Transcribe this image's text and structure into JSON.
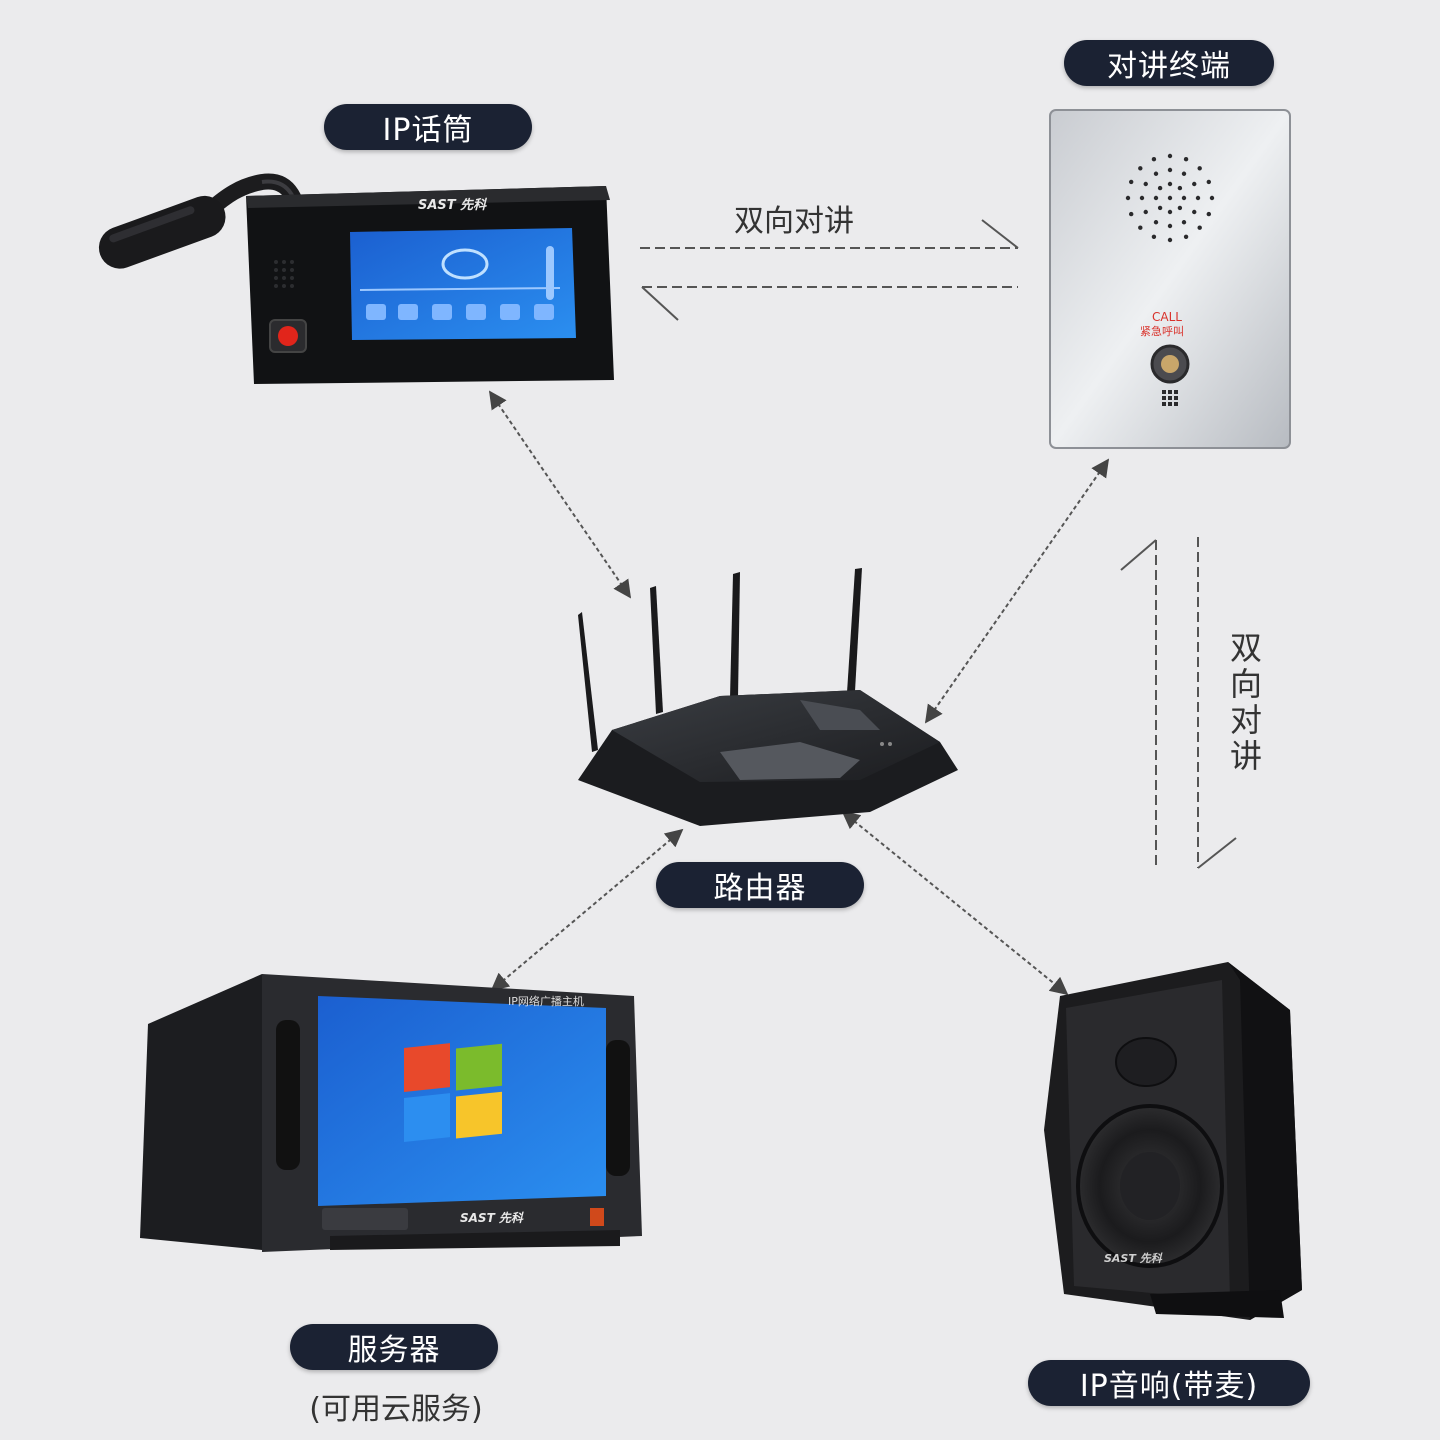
{
  "nodes": {
    "ip_mic": {
      "label": "IP话筒",
      "brand": "SAST 先科"
    },
    "intercom_terminal": {
      "label": "对讲终端",
      "call_text": "CALL",
      "call_sub": "紧急呼叫"
    },
    "router": {
      "label": "路由器"
    },
    "server": {
      "label": "服务器",
      "sublabel": "(可用云服务)",
      "screen_title": "IP网络广播主机",
      "brand": "SAST 先科"
    },
    "ip_speaker": {
      "label": "IP音响(带麦)",
      "brand": "SAST 先科"
    }
  },
  "links": {
    "mic_terminal": {
      "label": "双向对讲"
    },
    "terminal_speaker": {
      "label_chars": [
        "双",
        "向",
        "对",
        "讲"
      ]
    }
  },
  "colors": {
    "pill_bg": "#1b2233",
    "background": "#ebebed",
    "arrow": "#444444"
  }
}
